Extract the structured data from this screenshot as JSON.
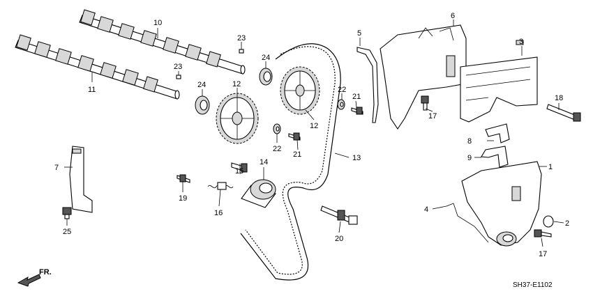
{
  "diagram": {
    "reference_code": "SH37-E1102",
    "direction_label": "FR.",
    "callouts": {
      "c1": "1",
      "c2": "2",
      "c3": "3",
      "c4": "4",
      "c5": "5",
      "c6": "6",
      "c7": "7",
      "c8": "8",
      "c9": "9",
      "c10": "10",
      "c11": "11",
      "c12a": "12",
      "c12b": "12",
      "c13": "13",
      "c14": "14",
      "c15": "15",
      "c16": "16",
      "c17a": "17",
      "c17b": "17",
      "c18": "18",
      "c19": "19",
      "c20": "20",
      "c21a": "21",
      "c21b": "21",
      "c22a": "22",
      "c22b": "22",
      "c23a": "23",
      "c23b": "23",
      "c24a": "24",
      "c24b": "24",
      "c25": "25"
    }
  }
}
